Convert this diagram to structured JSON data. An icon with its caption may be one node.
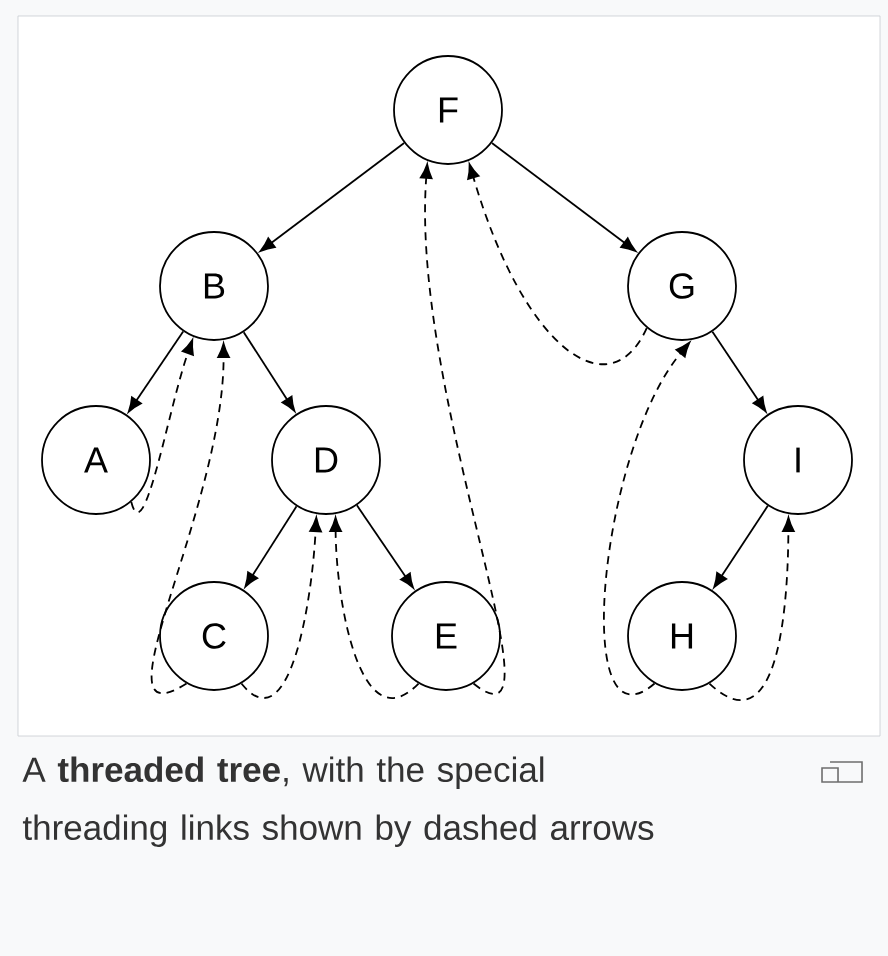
{
  "diagram": {
    "caption": "A **threaded tree**, with the special threading links shown by dashed arrows",
    "nodes": [
      {
        "text": [
          "F"
        ]
      },
      {
        "text": [
          "B"
        ]
      },
      {
        "text": [
          "G"
        ]
      },
      {
        "text": [
          "A"
        ]
      },
      {
        "text": [
          "D"
        ]
      },
      {
        "text": [
          "I"
        ]
      },
      {
        "text": [
          "C"
        ]
      },
      {
        "text": [
          "E"
        ]
      },
      {
        "text": [
          "H"
        ]
      }
    ],
    "edges": [
      {
        "from": 0,
        "to": 1,
        "arrow": "to"
      },
      {
        "from": 0,
        "to": 2,
        "arrow": "to"
      },
      {
        "from": 1,
        "to": 3,
        "arrow": "to"
      },
      {
        "from": 1,
        "to": 4,
        "arrow": "to"
      },
      {
        "from": 2,
        "to": 5,
        "arrow": "to"
      },
      {
        "from": 4,
        "to": 6,
        "arrow": "to"
      },
      {
        "from": 4,
        "to": 7,
        "arrow": "to"
      },
      {
        "from": 5,
        "to": 8,
        "arrow": "to"
      },
      {
        "from": 3,
        "to": 1,
        "arrow": "to",
        "style": "dashed"
      },
      {
        "from": 6,
        "to": 1,
        "arrow": "to",
        "style": "dashed"
      },
      {
        "from": 6,
        "to": 4,
        "arrow": "to",
        "style": "dashed"
      },
      {
        "from": 7,
        "to": 4,
        "arrow": "to",
        "style": "dashed"
      },
      {
        "from": 7,
        "to": 0,
        "arrow": "to",
        "style": "dashed"
      },
      {
        "from": 2,
        "to": 0,
        "arrow": "to",
        "style": "dashed"
      },
      {
        "from": 8,
        "to": 2,
        "arrow": "to",
        "style": "dashed"
      },
      {
        "from": 8,
        "to": 5,
        "arrow": "to",
        "style": "dashed"
      }
    ]
  }
}
